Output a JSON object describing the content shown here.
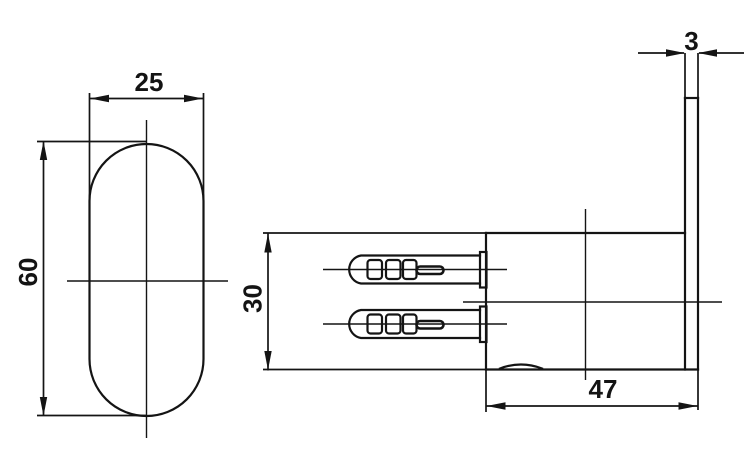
{
  "drawing": {
    "type": "technical-dimension-drawing",
    "views": {
      "front_view": "oval-face-plate",
      "side_view": "wall-mount-with-anchors"
    },
    "colors": {
      "line": "#141414",
      "background": "#ffffff"
    },
    "dimensions": {
      "front_width": "25",
      "front_height": "60",
      "arm_height": "30",
      "projection_depth": "47",
      "plate_thickness": "3"
    }
  }
}
